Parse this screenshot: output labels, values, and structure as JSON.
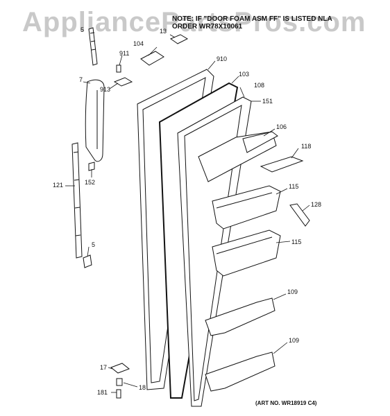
{
  "watermark": "AppliancePartsPros.com",
  "note": {
    "line1": "NOTE: IF \"DOOR FOAM ASM FF\" IS LISTED NLA",
    "line2": "ORDER WR78X10061"
  },
  "art_number": "(ART NO. WR18919 C4)",
  "callouts": [
    "5",
    "13",
    "104",
    "911",
    "910",
    "7",
    "913",
    "103",
    "108",
    "151",
    "106",
    "118",
    "152",
    "121",
    "115",
    "128",
    "115",
    "5",
    "109",
    "109",
    "17",
    "18",
    "181"
  ]
}
